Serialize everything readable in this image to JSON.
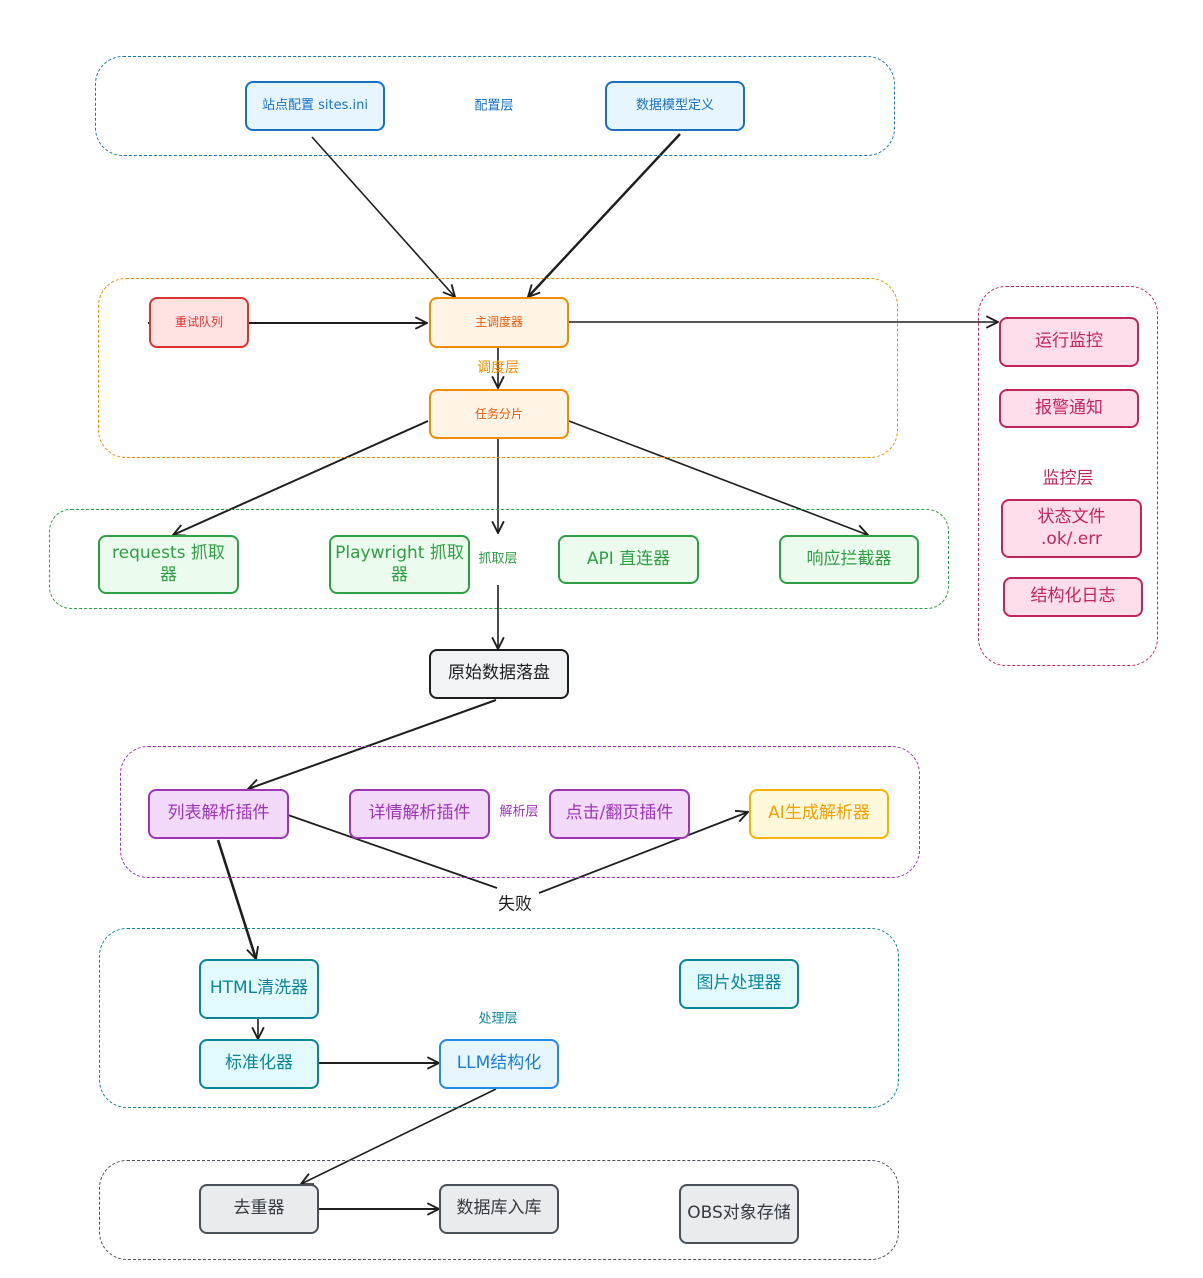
{
  "layers": {
    "config": "配置层",
    "schedule": "调度层",
    "fetch": "抓取层",
    "parse": "解析层",
    "process": "处理层",
    "monitor": "监控层"
  },
  "nodes": {
    "site_config": "站点配置 sites.ini",
    "data_model": "数据模型定义",
    "retry_queue": "重试队列",
    "scheduler": "主调度器",
    "task_shard": "任务分片",
    "requests_fetcher": "requests 抓取器",
    "playwright_fetcher": "Playwright 抓取器",
    "api_connector": "API 直连器",
    "response_interceptor": "响应拦截器",
    "raw_storage": "原始数据落盘",
    "list_parser": "列表解析插件",
    "detail_parser": "详情解析插件",
    "click_plugin": "点击/翻页插件",
    "ai_parser": "AI生成解析器",
    "html_cleaner": "HTML清洗器",
    "image_processor": "图片处理器",
    "normalizer": "标准化器",
    "llm_struct": "LLM结构化",
    "deduplicator": "去重器",
    "db_ingest": "数据库入库",
    "obs_storage": "OBS对象存储",
    "run_monitor": "运行监控",
    "alert": "报警通知",
    "status_file": "状态文件 .ok/.err",
    "struct_log": "结构化日志"
  },
  "edge_labels": {
    "fail": "失败"
  },
  "colors": {
    "config": "#1971c2",
    "schedule": "#f08c00",
    "fetch": "#2f9e44",
    "parse": "#9c36b5",
    "process": "#0c8599",
    "storage": "#495057",
    "monitor": "#c2255c",
    "edge": "#1e1e1e"
  }
}
